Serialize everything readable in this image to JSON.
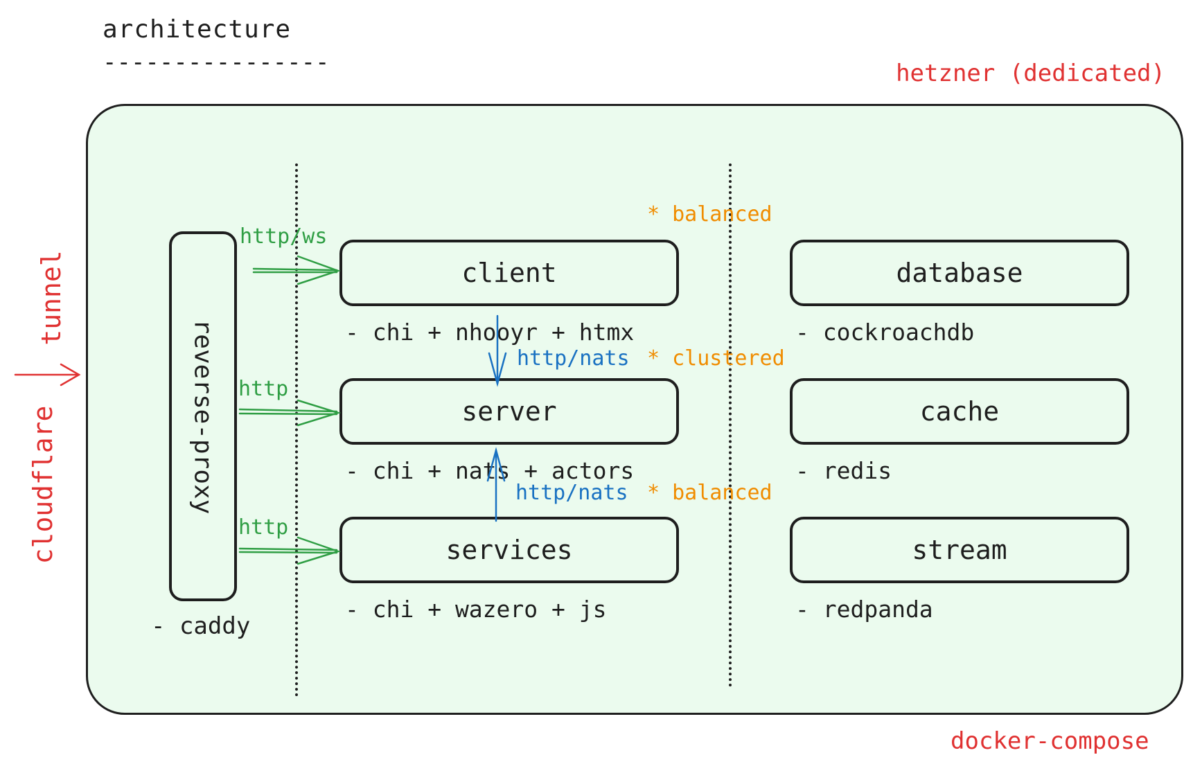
{
  "title": "architecture",
  "title_underline": "----------------",
  "host_label": "hetzner (dedicated)",
  "compose_label": "docker-compose",
  "edge": {
    "provider": "cloudflare",
    "tunnel": "tunnel"
  },
  "proxy": {
    "label": "reverse-proxy",
    "note": "- caddy"
  },
  "app_tier": [
    {
      "label": "client",
      "note": "- chi + nhooyr + htmx",
      "tag": "* balanced"
    },
    {
      "label": "server",
      "note": "- chi + nats + actors",
      "tag": "* clustered"
    },
    {
      "label": "services",
      "note": "- chi + wazero + js",
      "tag": "* balanced"
    }
  ],
  "data_tier": [
    {
      "label": "database",
      "note": "- cockroachdb"
    },
    {
      "label": "cache",
      "note": "- redis"
    },
    {
      "label": "stream",
      "note": "- redpanda"
    }
  ],
  "edges": {
    "proxy_to_client": "http/ws",
    "proxy_to_server": "http",
    "proxy_to_services": "http",
    "client_to_server": "http/nats",
    "services_to_server": "http/nats"
  },
  "colors": {
    "host": "#e03131",
    "http": "#2f9e44",
    "nats": "#1971c2",
    "tags": "#f08c00",
    "fill": "#ebfbee",
    "stroke": "#1e1e1e"
  }
}
